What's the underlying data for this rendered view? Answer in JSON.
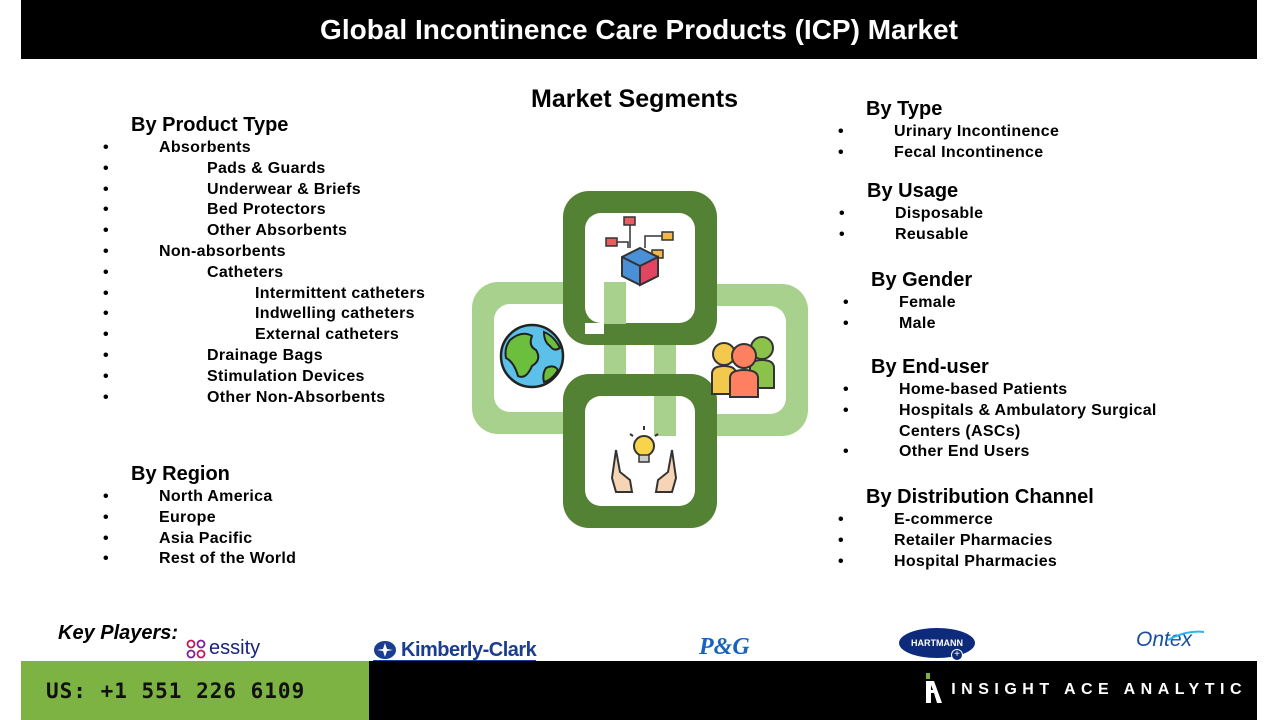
{
  "title": "Global Incontinence Care Products (ICP) Market",
  "segments_title": "Market Segments",
  "bullet": "•",
  "product_type": {
    "heading": "By Product Type",
    "items": [
      {
        "level": 1,
        "text": "Absorbents"
      },
      {
        "level": 2,
        "text": "Pads & Guards"
      },
      {
        "level": 2,
        "text": "Underwear & Briefs"
      },
      {
        "level": 2,
        "text": "Bed Protectors"
      },
      {
        "level": 2,
        "text": "Other Absorbents"
      },
      {
        "level": 1,
        "text": "Non-absorbents"
      },
      {
        "level": 2,
        "text": "Catheters"
      },
      {
        "level": 3,
        "text": "Intermittent catheters"
      },
      {
        "level": 3,
        "text": "Indwelling catheters"
      },
      {
        "level": 3,
        "text": "External catheters"
      },
      {
        "level": 2,
        "text": "Drainage Bags"
      },
      {
        "level": 2,
        "text": "Stimulation Devices"
      },
      {
        "level": 2,
        "text": "Other Non-Absorbents"
      }
    ]
  },
  "region": {
    "heading": "By Region",
    "items": [
      "North America",
      "Europe",
      "Asia Pacific",
      "Rest of the World"
    ]
  },
  "type": {
    "heading": "By Type",
    "items": [
      "Urinary Incontinence",
      "Fecal Incontinence"
    ]
  },
  "usage": {
    "heading": "By Usage",
    "items": [
      "Disposable",
      "Reusable"
    ]
  },
  "gender": {
    "heading": "By Gender",
    "items": [
      "Female",
      "Male"
    ]
  },
  "end_user": {
    "heading": "By End-user",
    "items": [
      "Home-based Patients",
      "Hospitals & Ambulatory Surgical",
      "Centers (ASCs)",
      "Other End Users"
    ]
  },
  "distribution": {
    "heading": "By Distribution Channel",
    "items": [
      "E-commerce",
      "Retailer Pharmacies",
      "Hospital Pharmacies"
    ]
  },
  "key_players": {
    "label": "Key Players:",
    "logos": [
      "essity",
      "Kimberly-Clark",
      "P&G",
      "HARTMANN",
      "Ontex"
    ]
  },
  "footer": {
    "phone": "US: +1 551 226 6109",
    "brand": "INSIGHT ACE ANALYTIC"
  },
  "colors": {
    "dark_green": "#548235",
    "light_green": "#a9d18e",
    "footer_green": "#7cb342"
  }
}
